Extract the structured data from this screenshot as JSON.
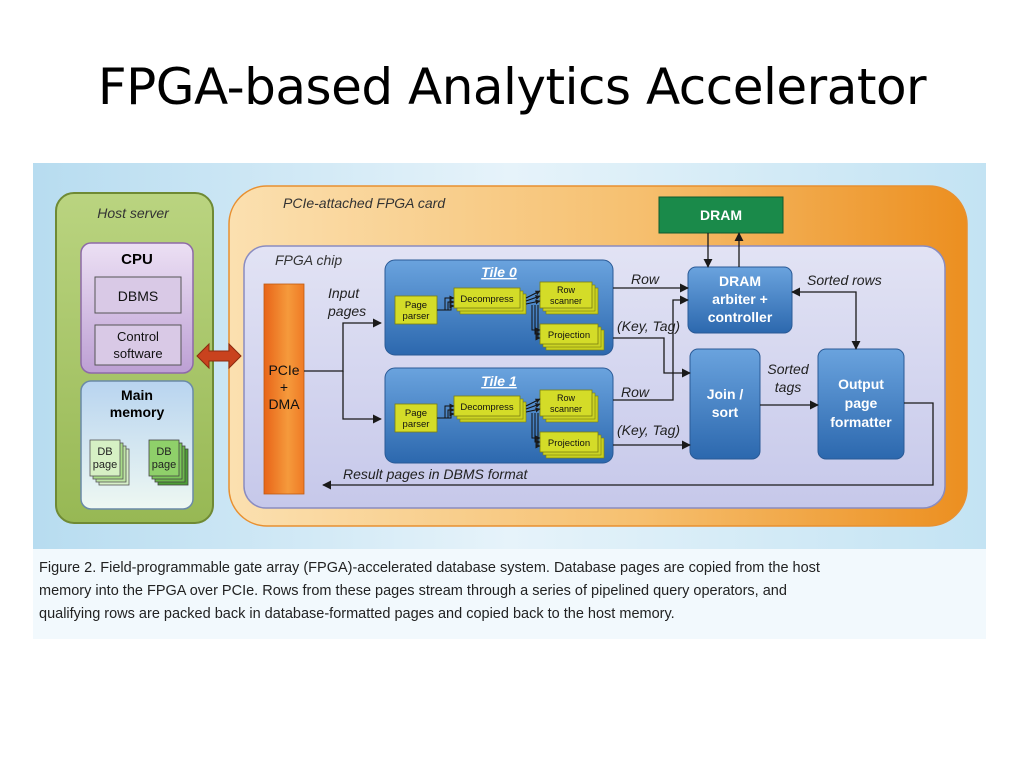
{
  "slide": {
    "title": "FPGA-based Analytics Accelerator"
  },
  "diagram": {
    "host_server": {
      "label": "Host server",
      "cpu": {
        "title": "CPU",
        "dbms": "DBMS",
        "control_line1": "Control",
        "control_line2": "software"
      },
      "main_memory": {
        "title_line1": "Main",
        "title_line2": "memory",
        "pages": [
          {
            "line1": "DB",
            "line2": "page"
          },
          {
            "line1": "DB",
            "line2": "page"
          }
        ]
      }
    },
    "fpga_card": {
      "label": "PCIe-attached FPGA card",
      "dram": "DRAM",
      "fpga_chip": {
        "label": "FPGA chip",
        "pcie_dma": {
          "line1": "PCIe",
          "line2": "+",
          "line3": "DMA"
        },
        "input_pages_line1": "Input",
        "input_pages_line2": "pages",
        "tiles": [
          {
            "title": "Tile 0",
            "page_parser_line1": "Page",
            "page_parser_line2": "parser",
            "decompress": "Decompress",
            "row_scanner_line1": "Row",
            "row_scanner_line2": "scanner",
            "projection": "Projection"
          },
          {
            "title": "Tile 1",
            "page_parser_line1": "Page",
            "page_parser_line2": "parser",
            "decompress": "Decompress",
            "row_scanner_line1": "Row",
            "row_scanner_line2": "scanner",
            "projection": "Projection"
          }
        ],
        "row_label_0": "Row",
        "row_label_1": "Row",
        "keytag_label_0": "(Key, Tag)",
        "keytag_label_1": "(Key, Tag)",
        "dram_arbiter": {
          "line1": "DRAM",
          "line2": "arbiter +",
          "line3": "controller"
        },
        "join_sort": {
          "line1": "Join /",
          "line2": "sort"
        },
        "output_formatter": {
          "line1": "Output",
          "line2": "page",
          "line3": "formatter"
        },
        "sorted_rows": "Sorted rows",
        "sorted_tags_line1": "Sorted",
        "sorted_tags_line2": "tags",
        "result_pages": "Result pages in DBMS format"
      }
    },
    "caption": {
      "line1": "Figure 2.  Field-programmable gate array (FPGA)-accelerated database system. Database pages are copied from the host",
      "line2": "memory into the FPGA over PCIe. Rows from these pages stream through a series of pipelined query operators, and",
      "line3": "qualifying rows are packed back in database-formatted pages and copied back to the host memory."
    },
    "colors": {
      "background": "#c5e4f4",
      "host_server": "#a9c66a",
      "fpga_card": "#f0a030",
      "fpga_chip": "#d0d2ee",
      "blue_block": "#3d7cc4",
      "yellow_block": "#d4dc28",
      "dram": "#1a8a4a",
      "pcie_dma": "#ef7a25",
      "cpu_box": "#c2a7d6",
      "memory_box": "#cfe6f2",
      "db_page": "#8fd06a",
      "host_arrow": "#c9421e"
    }
  }
}
